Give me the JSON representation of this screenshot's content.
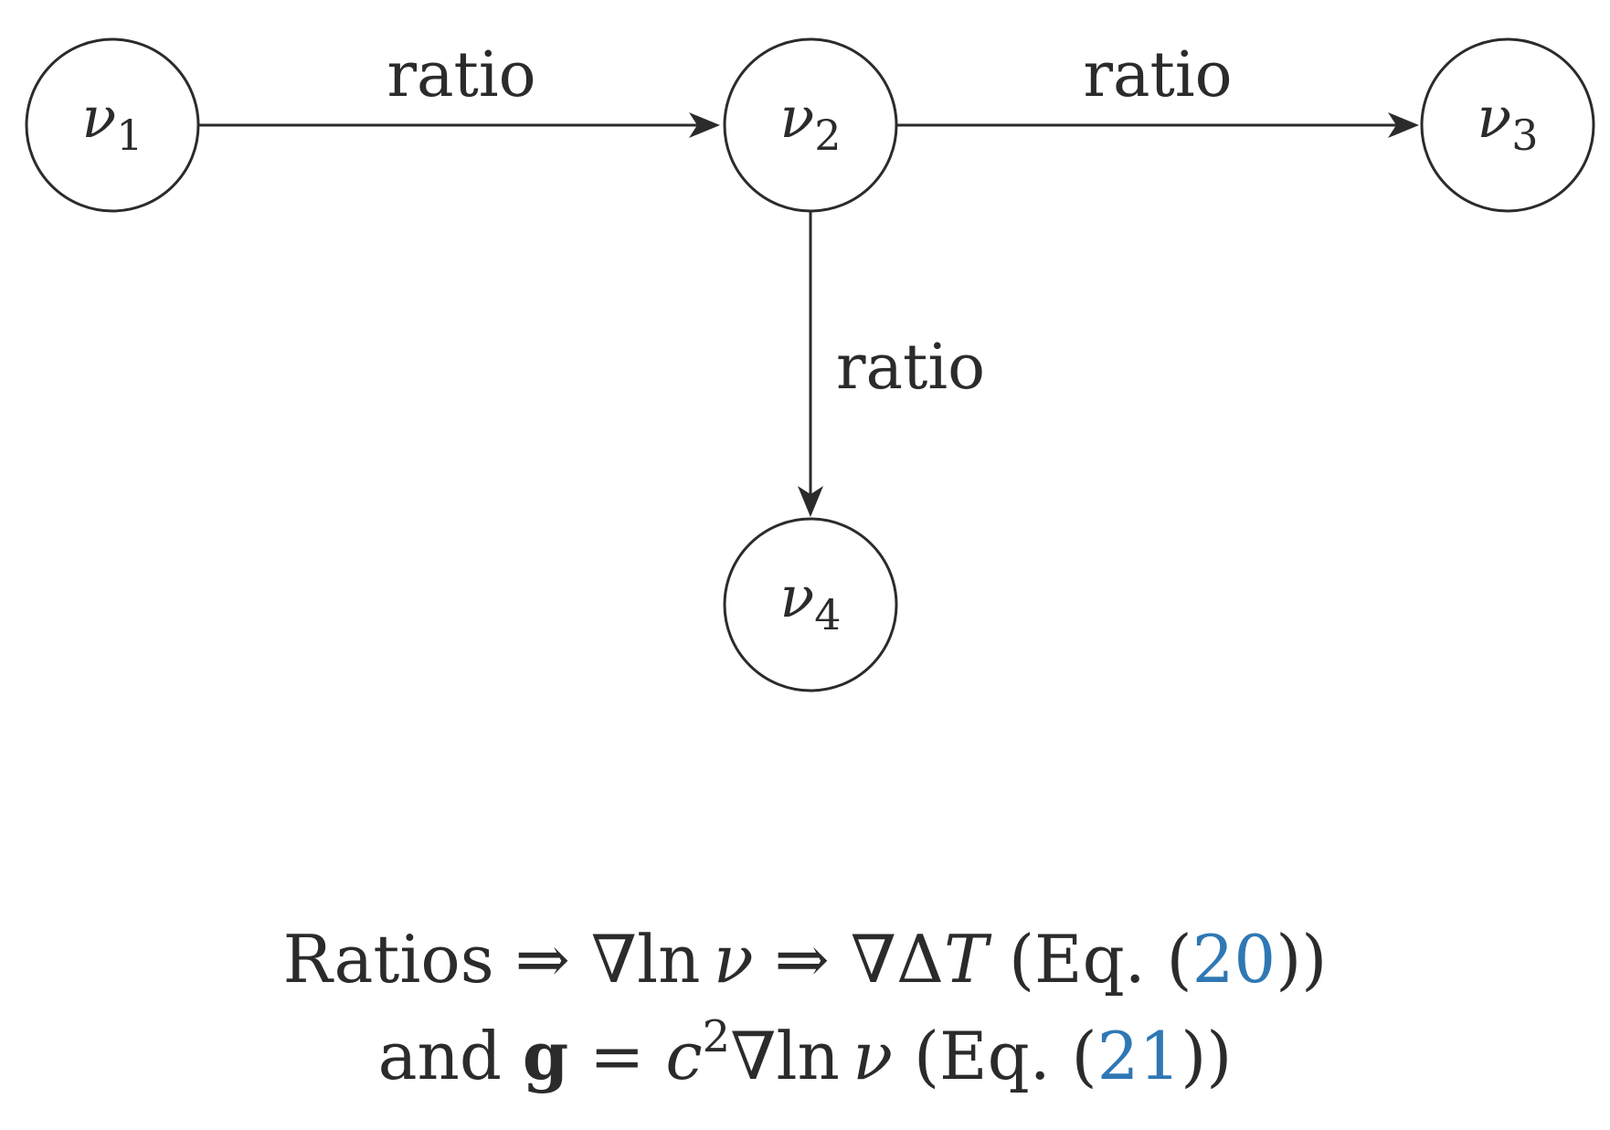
{
  "nodes": [
    {
      "id": "v1",
      "symbol": "ν",
      "subscript": "1"
    },
    {
      "id": "v2",
      "symbol": "ν",
      "subscript": "2"
    },
    {
      "id": "v3",
      "symbol": "ν",
      "subscript": "3"
    },
    {
      "id": "v4",
      "symbol": "ν",
      "subscript": "4"
    }
  ],
  "edges": [
    {
      "from": "v1",
      "to": "v2",
      "label": "ratio"
    },
    {
      "from": "v2",
      "to": "v3",
      "label": "ratio"
    },
    {
      "from": "v2",
      "to": "v4",
      "label": "ratio"
    }
  ],
  "caption": {
    "line1": {
      "ratios": "Ratios",
      "implies1": "⇒",
      "grad1": "∇",
      "ln1": "ln",
      "nu1": "ν",
      "implies2": "⇒",
      "grad2": "∇",
      "delta": "Δ",
      "T": "T",
      "eq_open": "(Eq. (",
      "eq_ref": "20",
      "eq_close": "))"
    },
    "line2": {
      "and": "and",
      "g": "g",
      "equals": "=",
      "c": "c",
      "exp": "2",
      "grad": "∇",
      "ln": "ln",
      "nu": "ν",
      "eq_open": "(Eq. (",
      "eq_ref": "21",
      "eq_close": "))"
    }
  }
}
